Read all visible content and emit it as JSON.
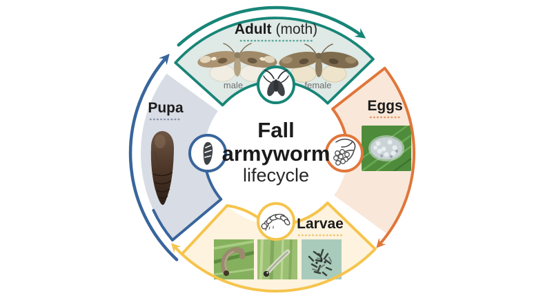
{
  "title": {
    "line1": "Fall",
    "line2": "armyworm",
    "line3": "lifecycle"
  },
  "stages": [
    {
      "name": "adult",
      "label": "Adult",
      "suffix": "(moth)",
      "color": "#178577",
      "fill": "#dfe9e5",
      "dot_color": "#5aa79b",
      "sublabels": {
        "left": "male",
        "right": "female"
      },
      "icon": "moth-icon"
    },
    {
      "name": "eggs",
      "label": "Eggs",
      "color": "#e0763a",
      "fill": "#f9e8d9",
      "dot_color": "#e59a6b",
      "icon": "egg-cluster-icon"
    },
    {
      "name": "larvae",
      "label": "Larvae",
      "color": "#f5c44c",
      "fill": "#fdf3de",
      "dot_color": "#edc56d",
      "icon": "larva-icon"
    },
    {
      "name": "pupa",
      "label": "Pupa",
      "color": "#38659b",
      "fill": "#d8dce5",
      "dot_color": "#8c95aa",
      "icon": "pupa-icon"
    }
  ]
}
